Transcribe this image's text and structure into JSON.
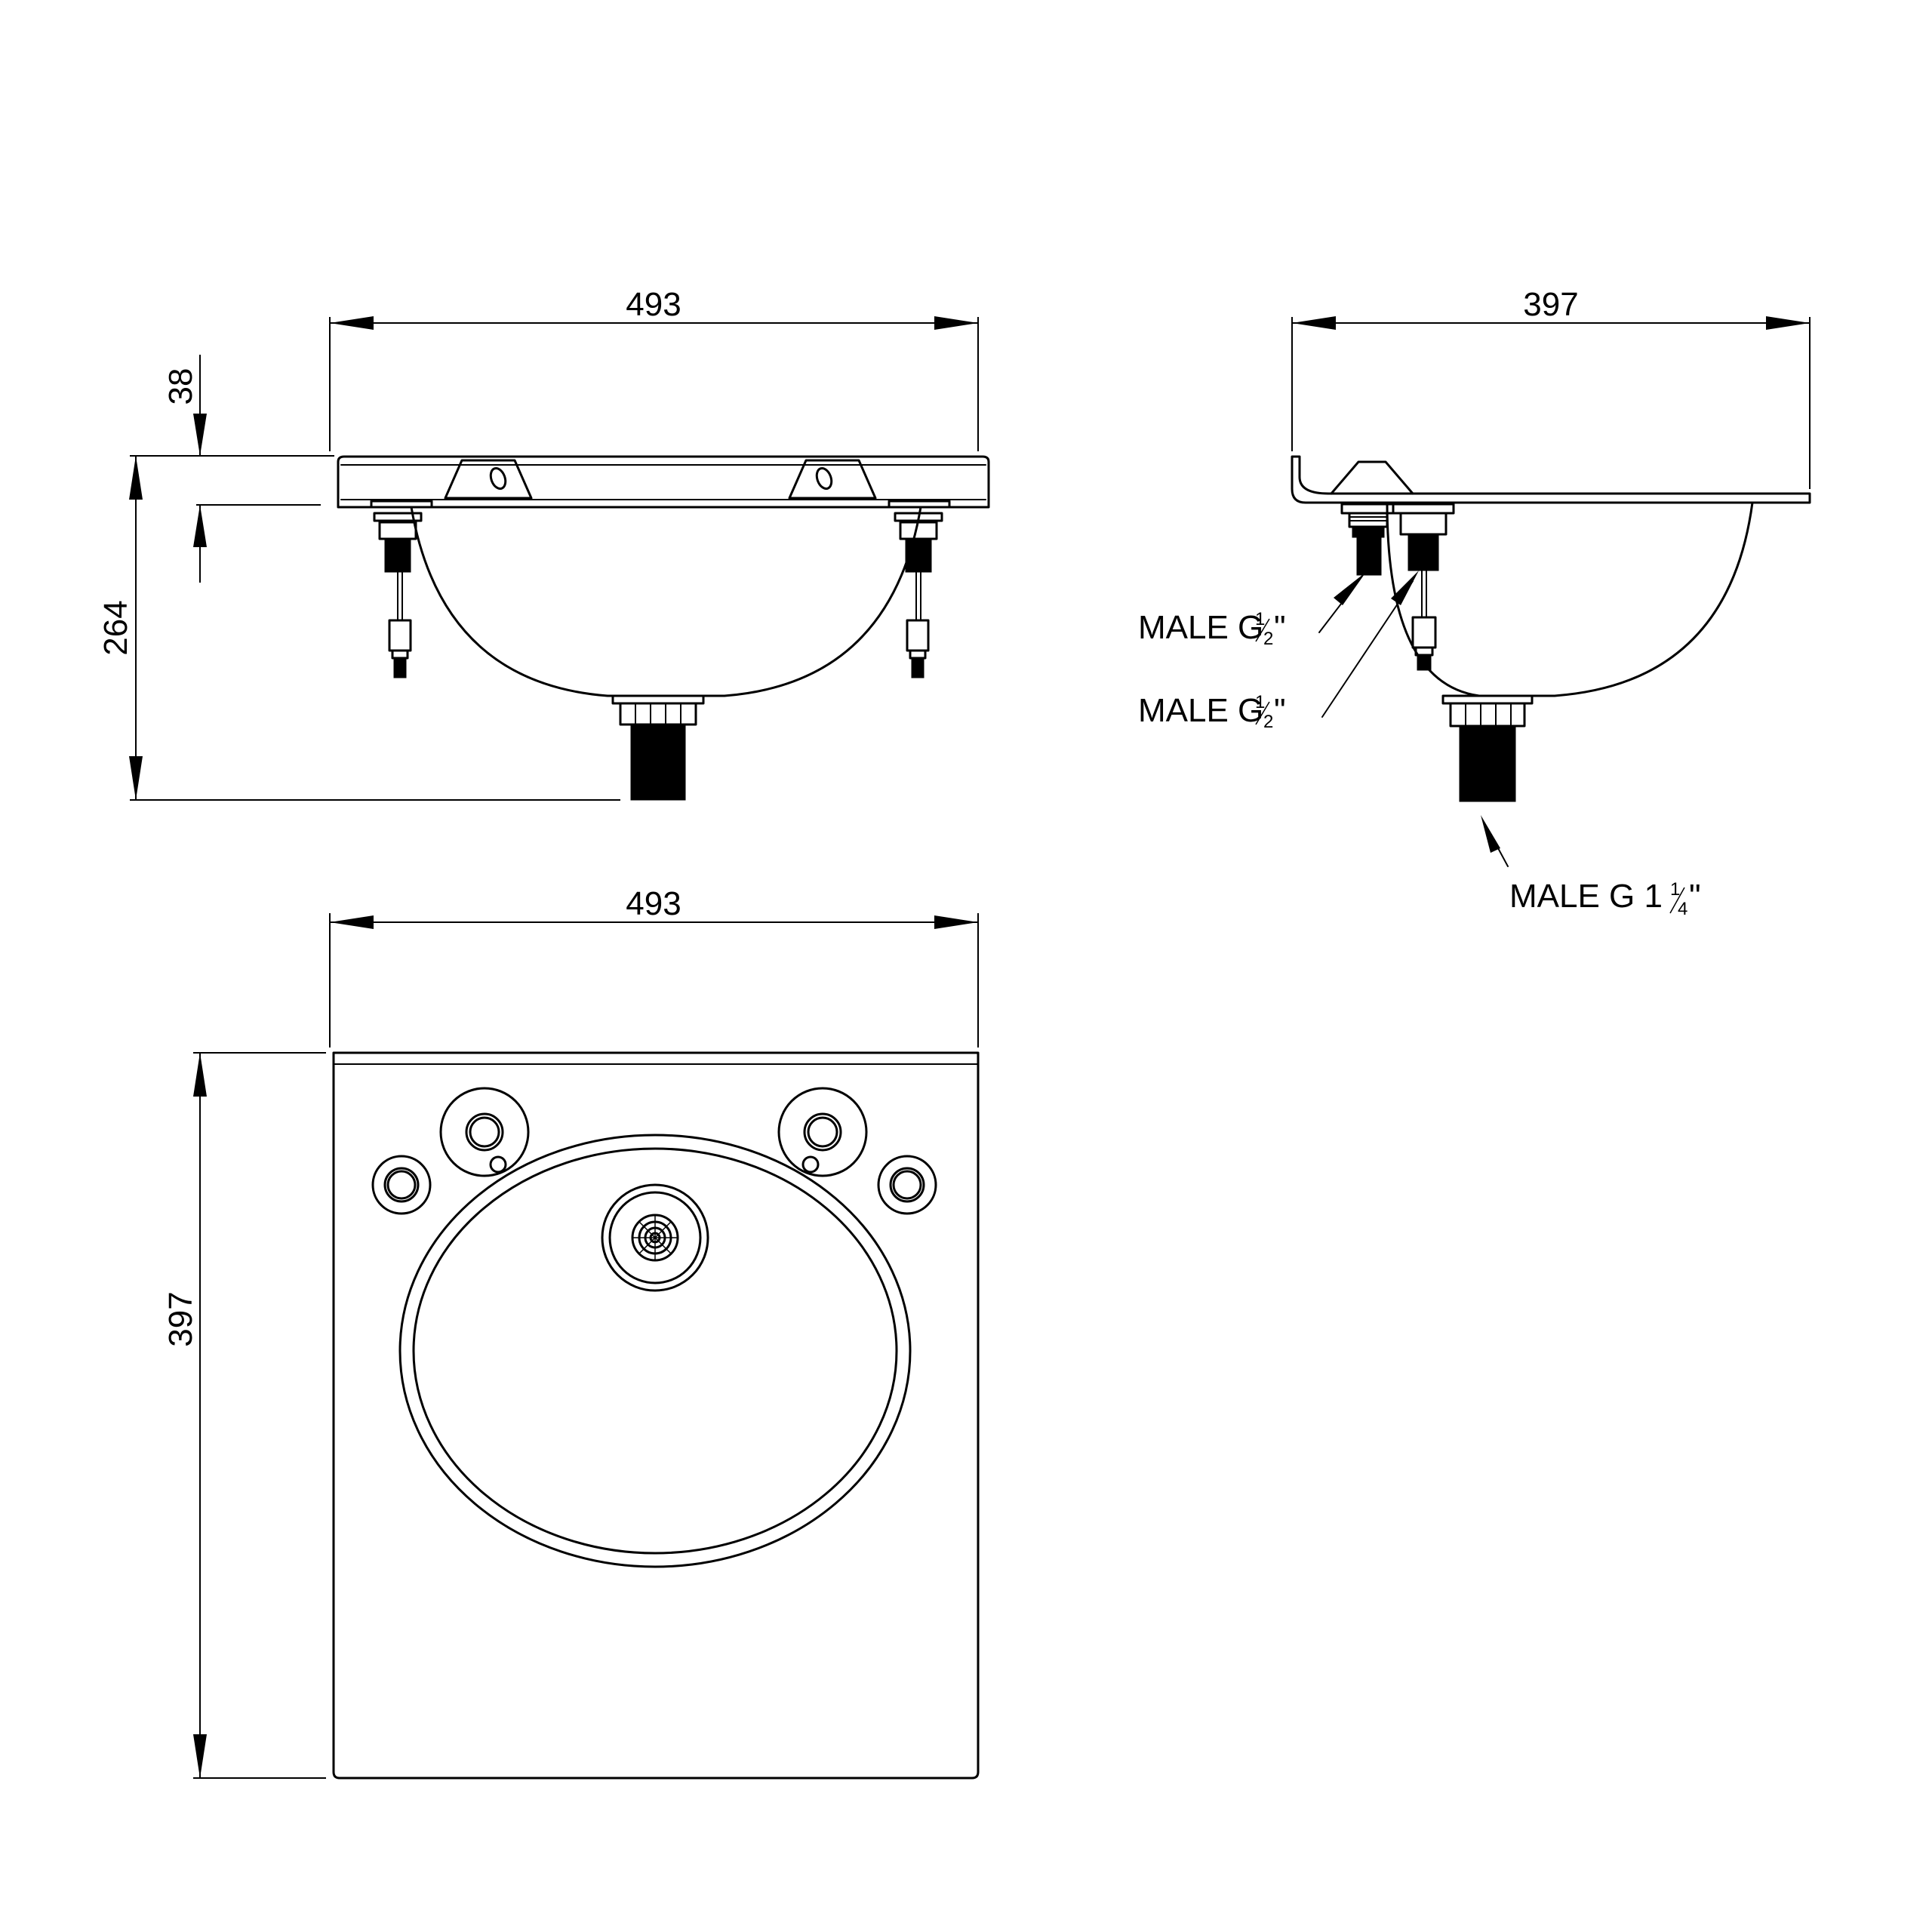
{
  "dimensions": {
    "front_width": "493",
    "rim_height": "38",
    "total_height": "264",
    "side_depth": "397",
    "top_width": "493",
    "top_depth": "397"
  },
  "callouts": {
    "inlet_1": {
      "prefix": "MALE G ",
      "num": "1",
      "den": "2",
      "suffix": "\""
    },
    "inlet_2": {
      "prefix": "MALE G ",
      "num": "1",
      "den": "2",
      "suffix": "\""
    },
    "waste": {
      "prefix": "MALE G 1",
      "num": "1",
      "den": "4",
      "suffix": "\""
    }
  }
}
